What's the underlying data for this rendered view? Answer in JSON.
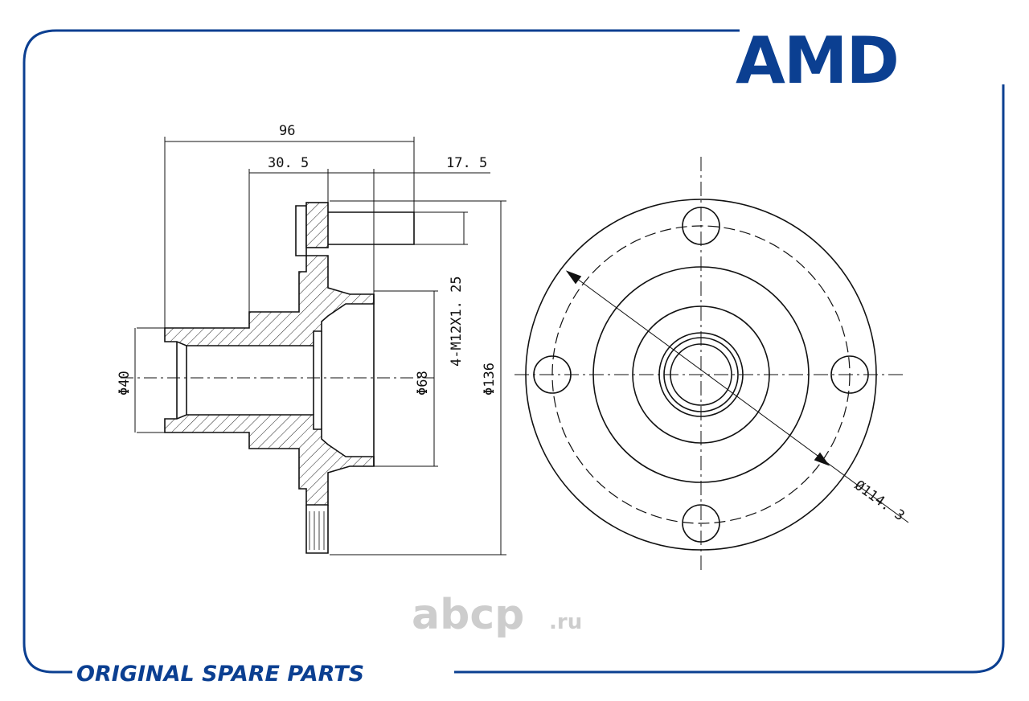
{
  "brand": {
    "logo": "AMD",
    "tagline": "ORIGINAL SPARE PARTS",
    "color": "#0b3f91"
  },
  "watermark": {
    "main": "abcp",
    "suffix": ".ru",
    "color": "#c8c8c8"
  },
  "drawing": {
    "dimensions": {
      "overall_length": "96",
      "flange_offset": "30. 5",
      "stud_protrusion": "17. 5",
      "stud_thread": "4-M12X1. 25",
      "inner_bore": "Φ40",
      "pilot_diameter": "Φ68",
      "flange_diameter": "Φ136",
      "bolt_circle": "Ø114. 3"
    }
  }
}
